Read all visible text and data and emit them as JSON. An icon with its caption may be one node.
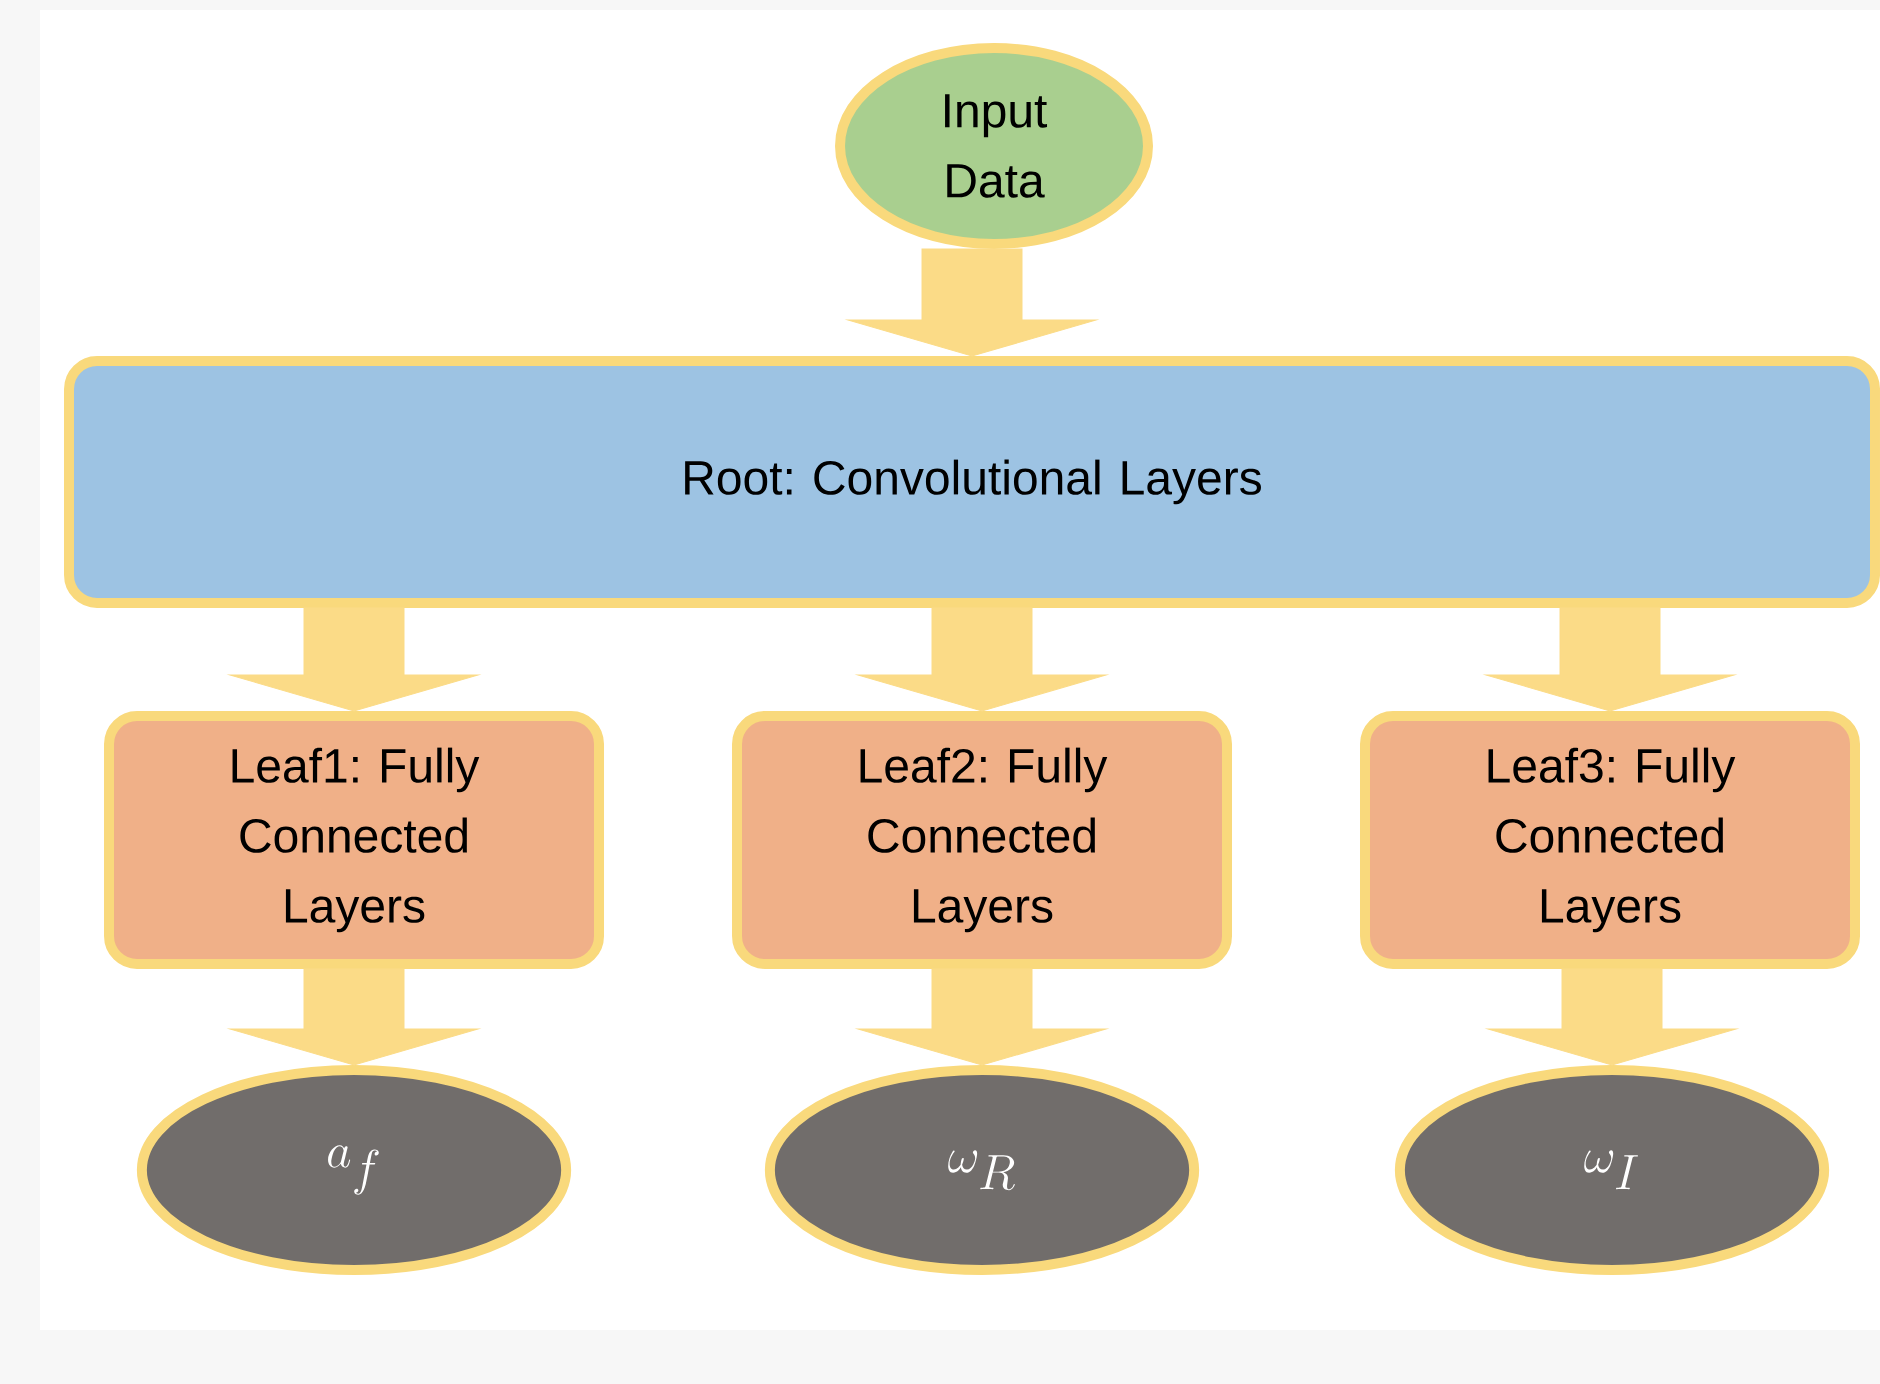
{
  "diagram": {
    "nodes": [
      {
        "text": [
          "Input Data"
        ]
      },
      {
        "text": [
          "Root: Convolutional Layers"
        ]
      },
      {
        "text": [
          "Leaf1: Fully Connected Layers"
        ]
      },
      {
        "text": [
          "Leaf2: Fully Connected Layers"
        ]
      },
      {
        "text": [
          "Leaf3: Fully Connected Layers"
        ]
      },
      {
        "text": [
          "a_f"
        ]
      },
      {
        "text": [
          "\\omega_R"
        ]
      },
      {
        "text": [
          "\\omega_I"
        ]
      }
    ],
    "edges": [
      {
        "from": 0,
        "to": 1,
        "arrow": "to"
      },
      {
        "from": 1,
        "to": 2,
        "arrow": "to"
      },
      {
        "from": 1,
        "to": 3,
        "arrow": "to"
      },
      {
        "from": 1,
        "to": 4,
        "arrow": "to"
      },
      {
        "from": 2,
        "to": 5,
        "arrow": "to"
      },
      {
        "from": 3,
        "to": 6,
        "arrow": "to"
      },
      {
        "from": 4,
        "to": 7,
        "arrow": "to"
      }
    ]
  }
}
